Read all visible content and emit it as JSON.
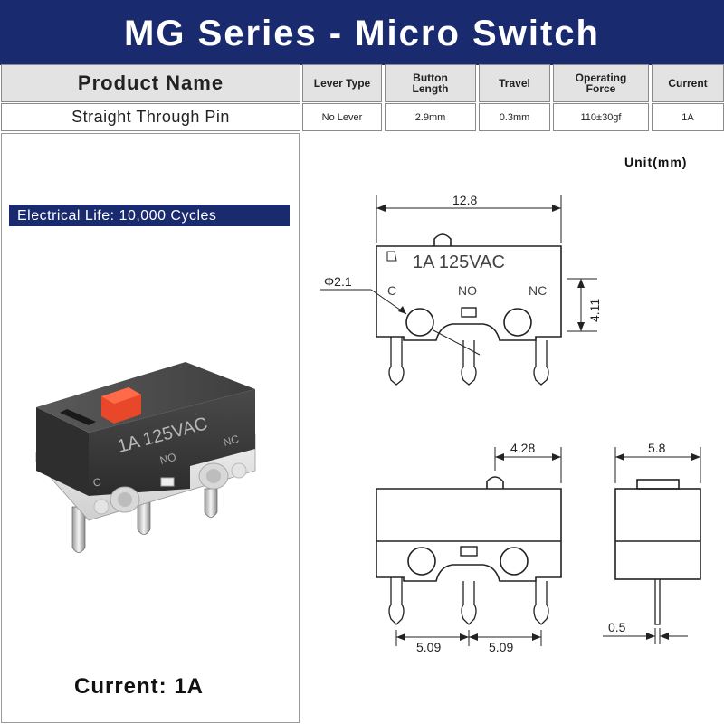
{
  "title": "MG Series - Micro Switch",
  "spec_table": {
    "headers": {
      "product_name": "Product Name",
      "lever_type": "Lever Type",
      "button_length": "Button Length",
      "travel": "Travel",
      "operating_force": "Operating Force",
      "current": "Current"
    },
    "values": {
      "product_name": "Straight Through Pin",
      "lever_type": "No Lever",
      "button_length": "2.9mm",
      "travel": "0.3mm",
      "operating_force": "110±30gf",
      "current": "1A"
    }
  },
  "product_panel": {
    "life_label": "Electrical Life: 10,000 Cycles",
    "current_label": "Current: 1A",
    "body_marking": "1A 125VAC",
    "terminal_labels": {
      "c": "C",
      "no": "NO",
      "nc": "NC"
    }
  },
  "drawing": {
    "unit_label": "Unit(mm)",
    "front_view": {
      "marking": "1A 125VAC",
      "terminal_c": "C",
      "terminal_no": "NO",
      "terminal_nc": "NC",
      "width": "12.8",
      "hole_diameter": "Φ2.1",
      "height": "4.11"
    },
    "bottom_view": {
      "button_offset": "4.28",
      "pin_pitch_left": "5.09",
      "pin_pitch_right": "5.09"
    },
    "side_view": {
      "width": "5.8",
      "pin_thickness": "0.5"
    }
  },
  "colors": {
    "banner": "#1a2a6e",
    "header_bg": "#e3e3e3",
    "switch_body": "#3a3a3a",
    "button": "#e8472a",
    "base": "#e8e8e8"
  }
}
